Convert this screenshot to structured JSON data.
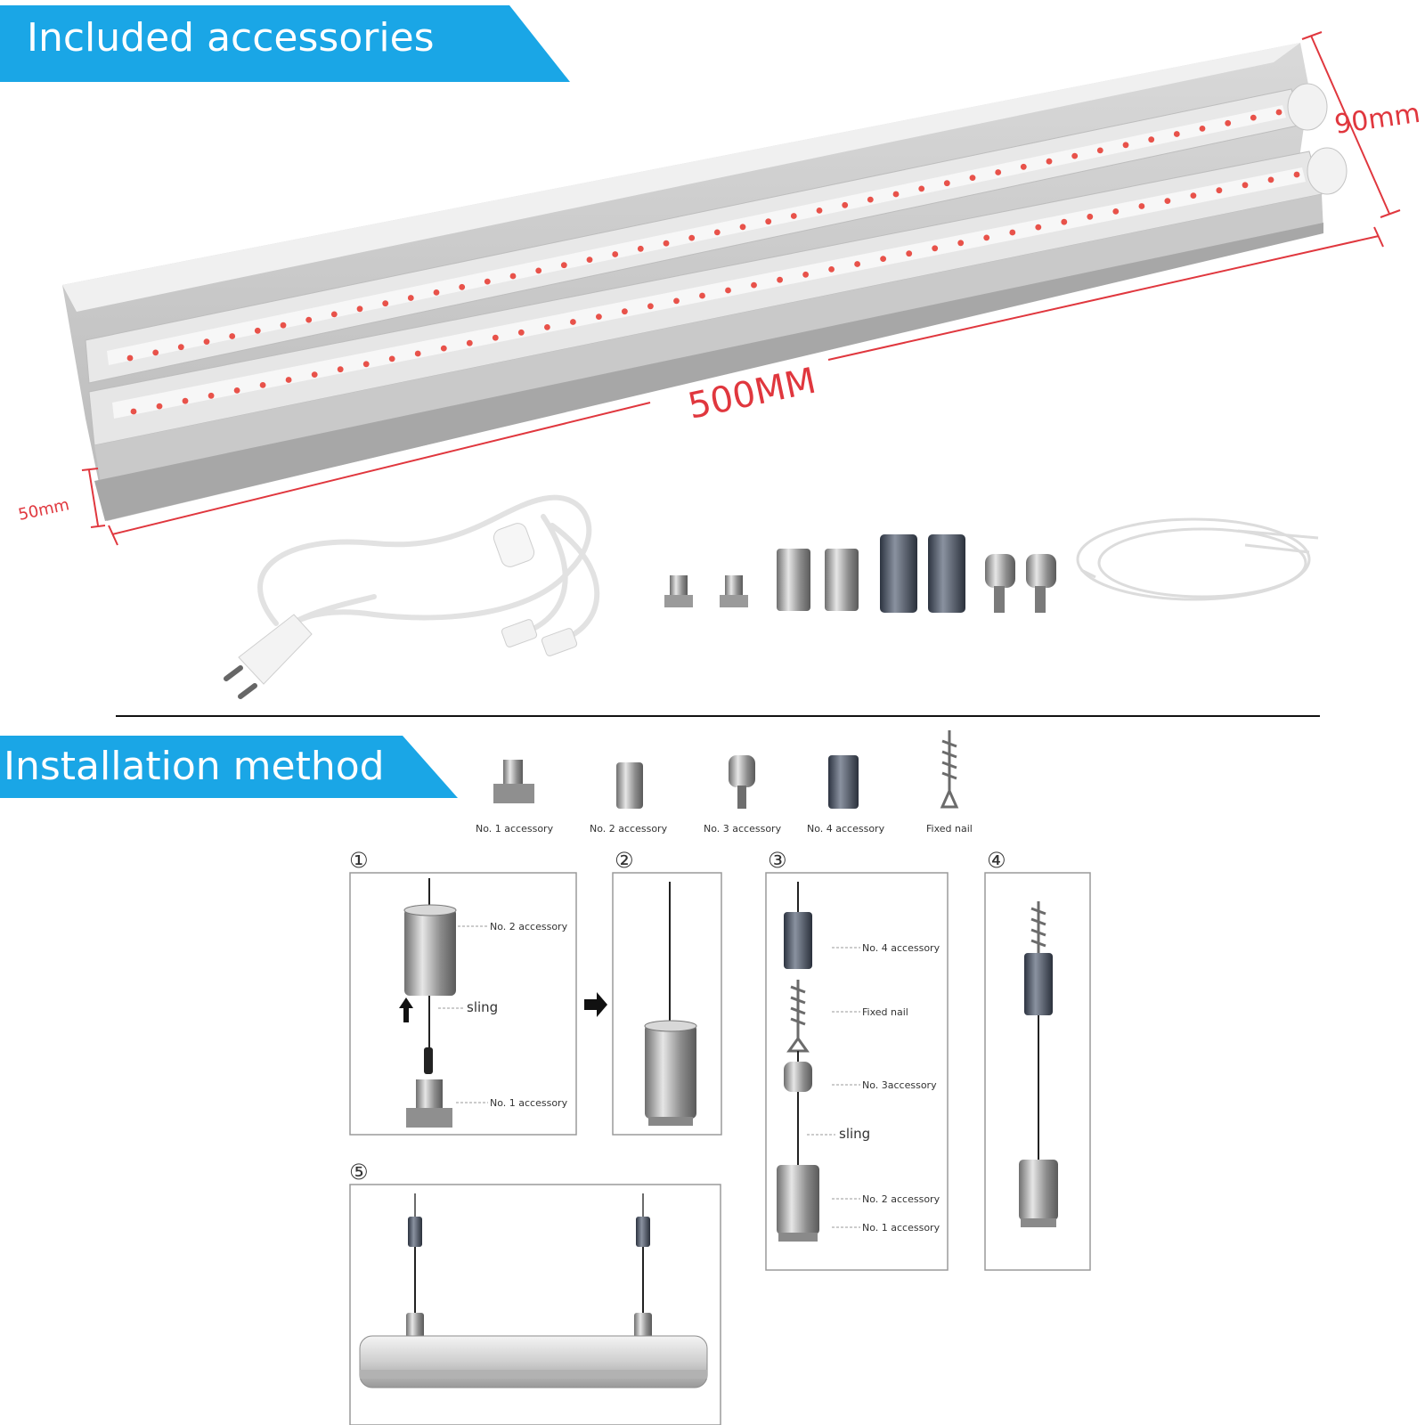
{
  "banners": {
    "accessories": "Included accessories",
    "installation": "Installation method"
  },
  "dimensions": {
    "length": "500MM",
    "height": "90mm",
    "depth": "50mm"
  },
  "legend": [
    {
      "label": "No. 1 accessory"
    },
    {
      "label": "No. 2 accessory"
    },
    {
      "label": "No. 3 accessory"
    },
    {
      "label": "No. 4 accessory"
    },
    {
      "label": "Fixed nail"
    }
  ],
  "steps": {
    "s1": "①",
    "s2": "②",
    "s3": "③",
    "s4": "④",
    "s5": "⑤"
  },
  "step1": {
    "no2": "No. 2 accessory",
    "sling": "sling",
    "no1": "No. 1 accessory"
  },
  "step3": {
    "no4": "No. 4 accessory",
    "nail": "Fixed nail",
    "no3": "No. 3accessory",
    "sling": "sling",
    "no2": "No. 2 accessory",
    "no1": "No. 1 accessory"
  },
  "colors": {
    "banner": "#1aa6e6",
    "dimension": "#e0373e",
    "led": "#e8524a"
  }
}
